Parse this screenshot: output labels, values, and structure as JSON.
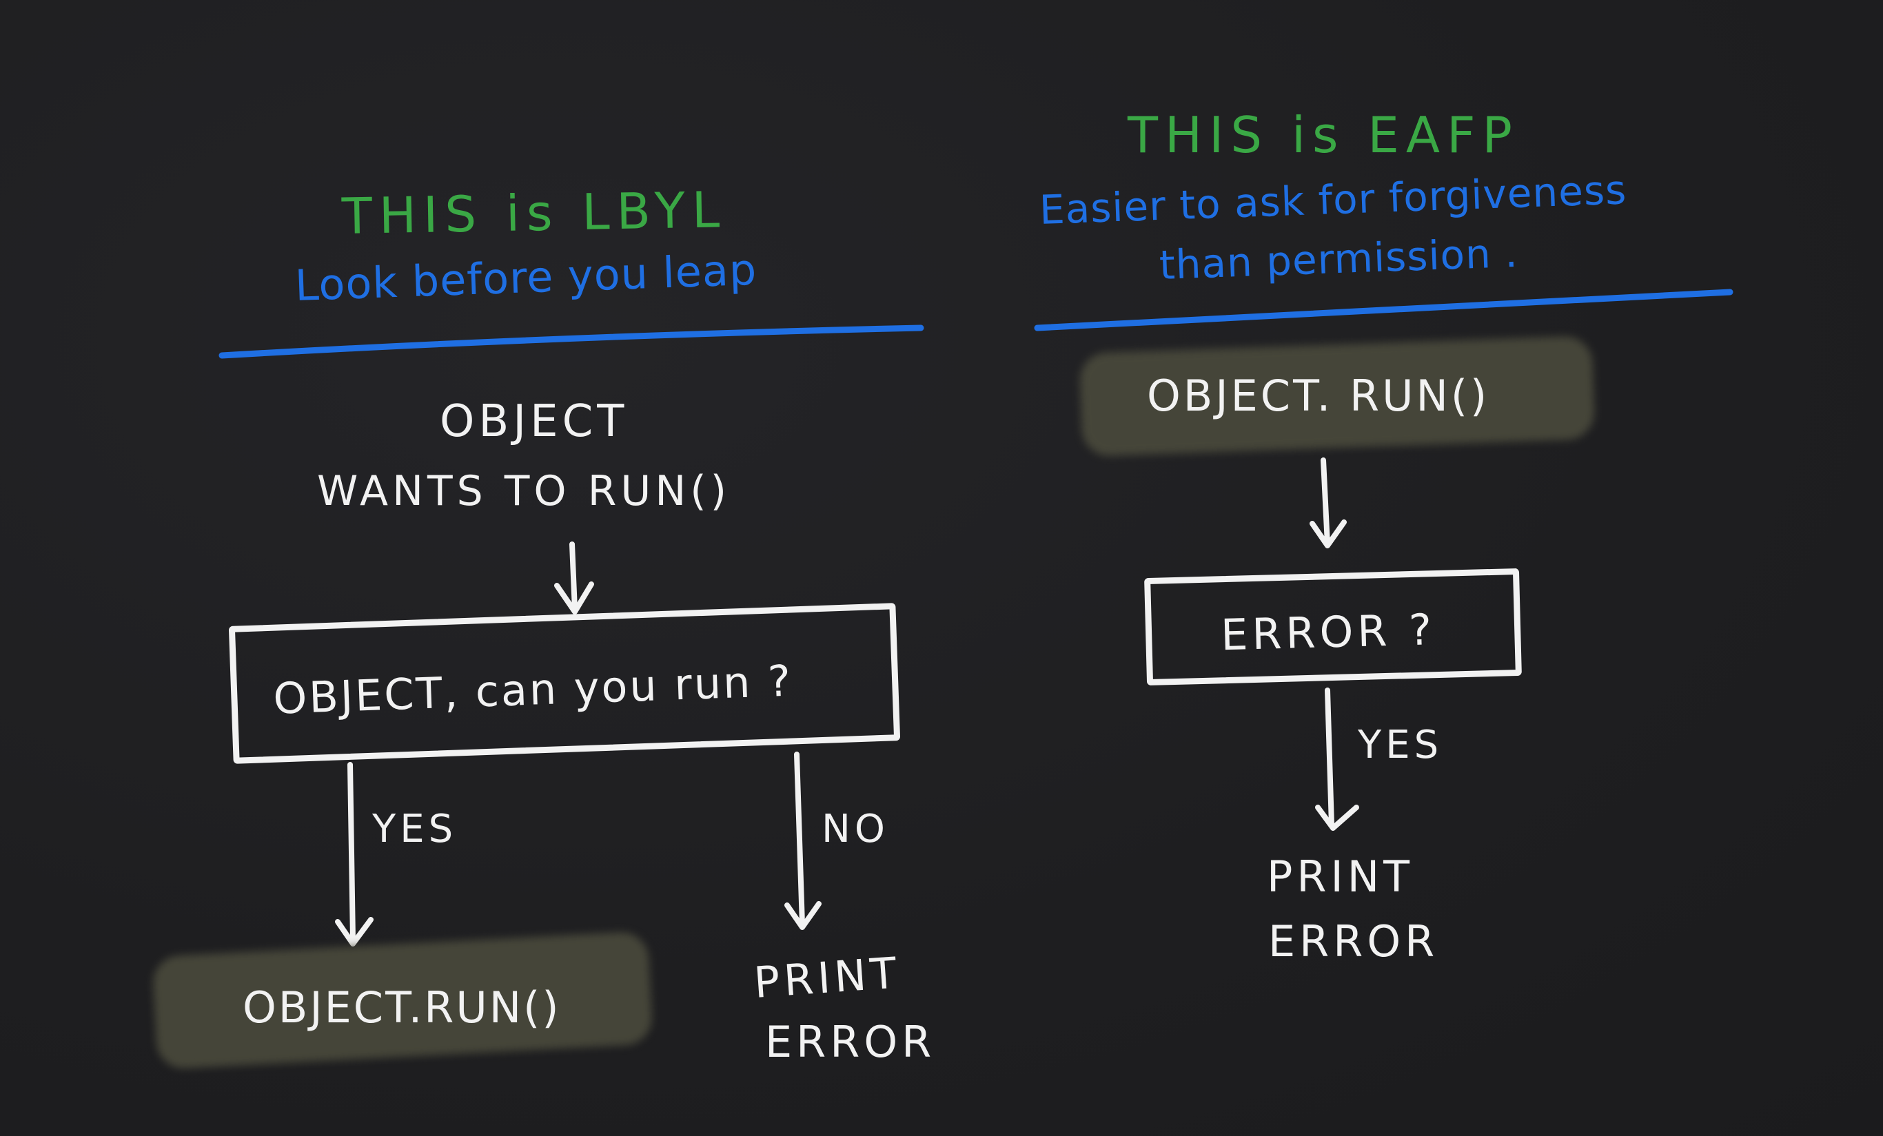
{
  "colors": {
    "background": "#1f1f21",
    "green": "#3aa845",
    "blue": "#1f6fe3",
    "white": "#f2f2f2",
    "highlight": "#4a4a3c"
  },
  "lbyl": {
    "title": "THIS is LBYL",
    "subtitle": "Look before you leap",
    "start_line1": "OBJECT",
    "start_line2": "WANTS TO RUN()",
    "decision": "OBJECT, can you run ?",
    "yes_label": "YES",
    "no_label": "NO",
    "yes_result": "OBJECT.RUN()",
    "no_result_line1": "PRINT",
    "no_result_line2": "ERROR"
  },
  "eafp": {
    "title": "THIS is EAFP",
    "subtitle_line1": "Easier to ask for forgiveness",
    "subtitle_line2": "than permission .",
    "start": "OBJECT. RUN()",
    "decision": "ERROR ?",
    "yes_label": "YES",
    "result_line1": "PRINT",
    "result_line2": "ERROR"
  }
}
